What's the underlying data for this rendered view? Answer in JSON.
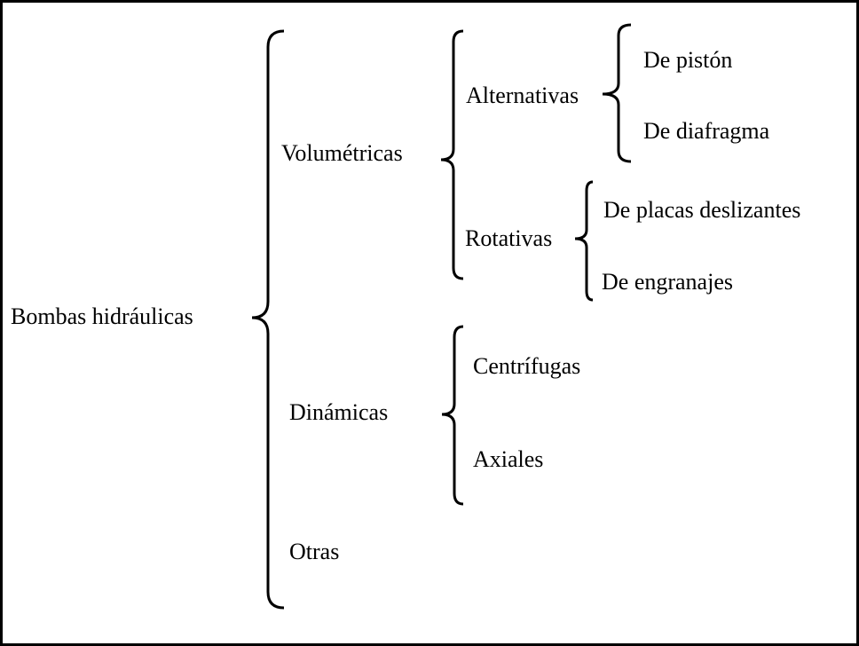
{
  "root": "Bombas hidráulicas",
  "volumetricas": {
    "label": "Volumétricas",
    "alternativas": {
      "label": "Alternativas",
      "items": [
        "De pistón",
        "De diafragma"
      ]
    },
    "rotativas": {
      "label": "Rotativas",
      "items": [
        "De placas deslizantes",
        "De engranajes"
      ]
    }
  },
  "dinamicas": {
    "label": "Dinámicas",
    "items": [
      "Centrífugas",
      "Axiales"
    ]
  },
  "otras": {
    "label": "Otras"
  }
}
